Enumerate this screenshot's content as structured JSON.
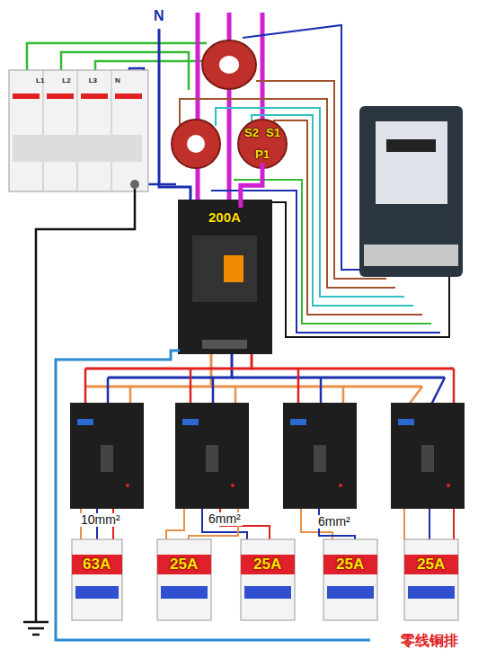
{
  "diagram": {
    "nodes": [
      {
        "text": [
          "L1",
          "L2",
          "L3",
          "N"
        ]
      },
      {
        "text": [
          "S2",
          "S1",
          "P1"
        ]
      },
      {
        "text": [
          "200A"
        ]
      },
      {
        "text": [
          "63A"
        ]
      },
      {
        "text": [
          "25A"
        ]
      },
      {
        "text": [
          "25A"
        ]
      },
      {
        "text": [
          "25A"
        ]
      },
      {
        "text": [
          "25A"
        ]
      }
    ],
    "edges": [
      {
        "from": 1,
        "to": 2,
        "arrow": "none"
      }
    ],
    "labels": [
      "N",
      "10mm²",
      "6mm²",
      "6mm²",
      "零线铜排"
    ]
  }
}
